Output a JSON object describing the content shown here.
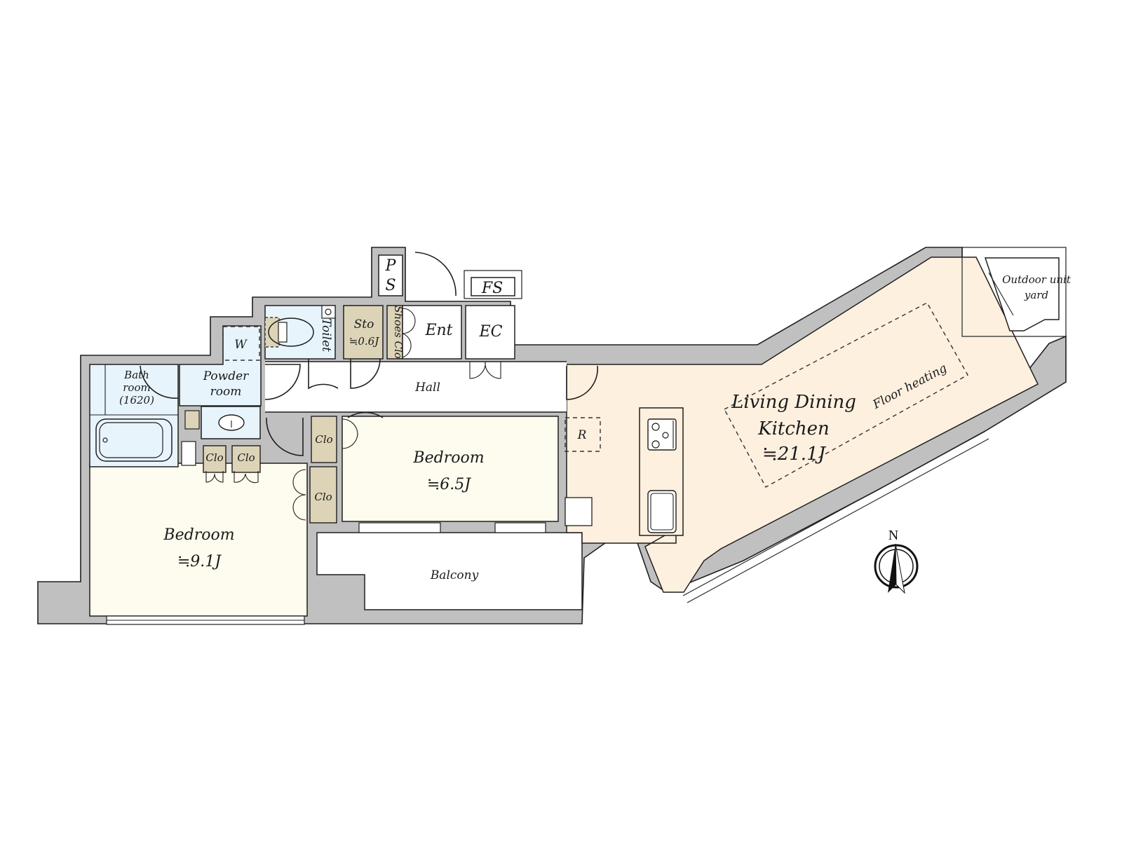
{
  "plan": {
    "colors": {
      "wall": "#c0c0c0",
      "wet_area": "#e8f4fc",
      "storage": "#ddd4b8",
      "bedroom": "#fefcef",
      "ldk": "#fdf0df",
      "outdoor": "#ffffff",
      "line": "#1f1f1f"
    },
    "rooms": {
      "ldk": {
        "line1": "Living Dining",
        "line2": "Kitchen",
        "area": "≒21.1J",
        "note": "Floor heating"
      },
      "bedroom_main": {
        "name": "Bedroom",
        "area": "≒9.1J"
      },
      "bedroom_second": {
        "name": "Bedroom",
        "area": "≒6.5J"
      },
      "bathroom": {
        "line1": "Bath",
        "line2": "room",
        "line3": "(1620)"
      },
      "powder_room": {
        "line1": "Powder",
        "line2": "room"
      },
      "washer": {
        "label": "W"
      },
      "toilet": {
        "label": "Toilet"
      },
      "storage": {
        "label": "Sto",
        "area": "≒0.6J"
      },
      "shoes_closet": {
        "label": "Shoes Clo"
      },
      "entrance": {
        "label": "Ent"
      },
      "ec": {
        "label": "EC"
      },
      "ps": {
        "line1": "P",
        "line2": "S"
      },
      "fs": {
        "label": "FS"
      },
      "hall": {
        "label": "Hall"
      },
      "refrigerator": {
        "label": "R"
      },
      "balcony": {
        "label": "Balcony"
      },
      "outdoor_unit": {
        "line1": "Outdoor unit",
        "line2": "yard"
      },
      "closets": [
        "Clo",
        "Clo",
        "Clo",
        "Clo"
      ]
    },
    "compass": {
      "label": "N"
    }
  }
}
